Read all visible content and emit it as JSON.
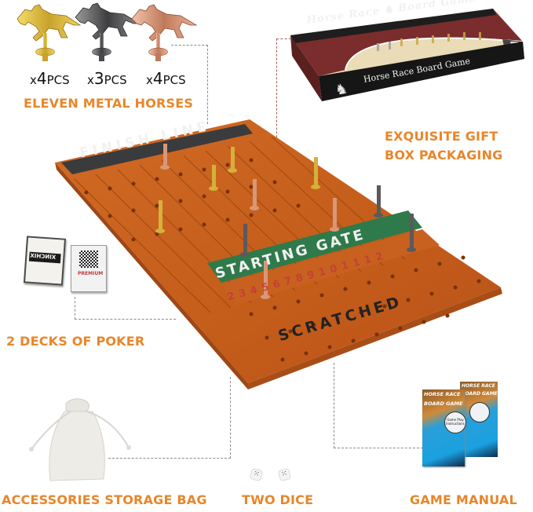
{
  "horses": {
    "items": [
      {
        "color_name": "gold",
        "color": "#d4b13a",
        "quantity_prefix": "x",
        "quantity": "4",
        "unit": "PCS"
      },
      {
        "color_name": "silver",
        "color": "#5a5a5c",
        "quantity_prefix": "x",
        "quantity": "3",
        "unit": "PCS"
      },
      {
        "color_name": "copper",
        "color": "#d9977a",
        "quantity_prefix": "x",
        "quantity": "4",
        "unit": "PCS"
      }
    ],
    "caption": "ELEVEN METAL HORSES"
  },
  "gift_box": {
    "lid_title": "Horse Race ♞ Board Game",
    "side_title": "Horse Race Board Game",
    "caption_line1": "EXQUISITE GIFT",
    "caption_line2": "BOX PACKAGING"
  },
  "board": {
    "finish_label": "FINISH LINE",
    "start_label": "STARTING GATE",
    "scratched_label": "SCRATCHED",
    "lane_numbers": [
      "2",
      "3",
      "4",
      "5",
      "6",
      "7",
      "8",
      "9",
      "10",
      "11",
      "12"
    ],
    "colors": {
      "wood": "#c8611f",
      "wood_dark": "#9e4715",
      "finish_band": "#3a3b3d",
      "start_band": "#2f7a4a",
      "number_red": "#c23a3a"
    }
  },
  "cards": {
    "deck1_brand": "XINCHIX",
    "deck2_brand": "PREMIUM",
    "caption": "2 DECKS OF POKER"
  },
  "bag": {
    "caption": "ACCESSORIES STORAGE BAG"
  },
  "dice": {
    "caption": "TWO DICE"
  },
  "manual": {
    "title_line1": "HORSE RACE",
    "title_line2": "BOARD GAME",
    "badge_line1": "Game Play",
    "badge_line2": "Instructions",
    "caption": "GAME MANUAL"
  },
  "theme": {
    "accent": "#e8862a",
    "dashed_line": "#8a8a8a"
  }
}
